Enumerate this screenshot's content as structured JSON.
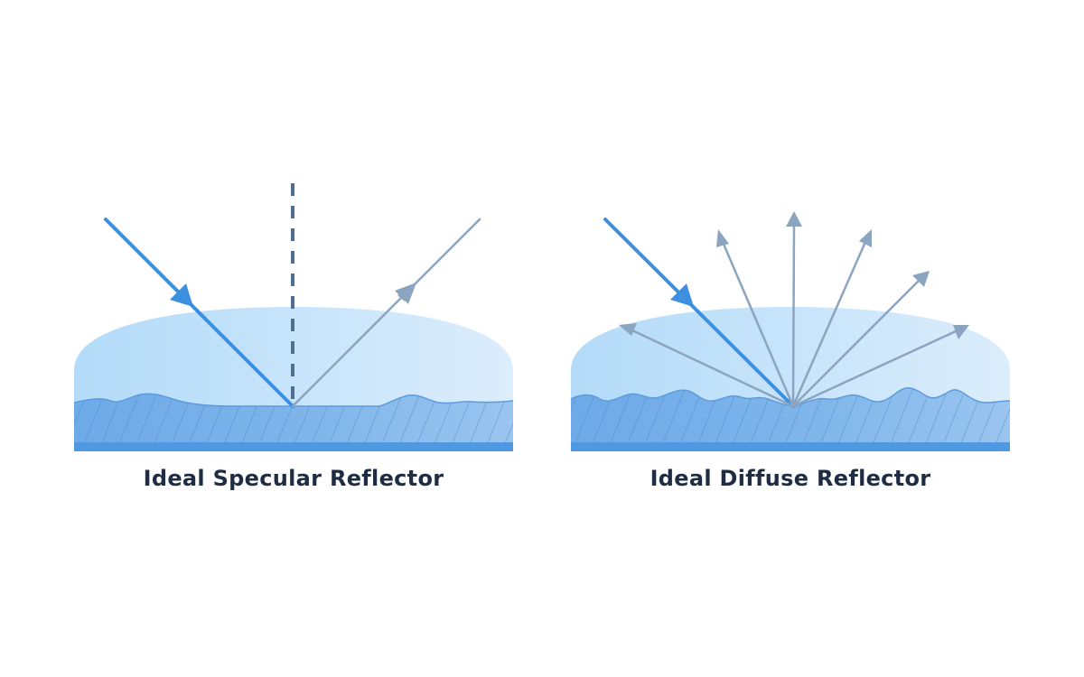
{
  "diagram": {
    "panels": [
      {
        "id": "specular",
        "label": "Ideal Specular Reflector"
      },
      {
        "id": "diffuse",
        "label": "Ideal Diffuse Reflector"
      }
    ],
    "colors": {
      "incident_ray": "#3d8fe0",
      "reflected_ray": "#8ba4bf",
      "normal_line": "#4f6f91",
      "medium_light": "#d7ebfb",
      "medium_mid": "#b6dbf7",
      "surface_fill": "#79b2ea",
      "surface_base": "#4f98e2",
      "caption": "#1f2d44"
    }
  }
}
